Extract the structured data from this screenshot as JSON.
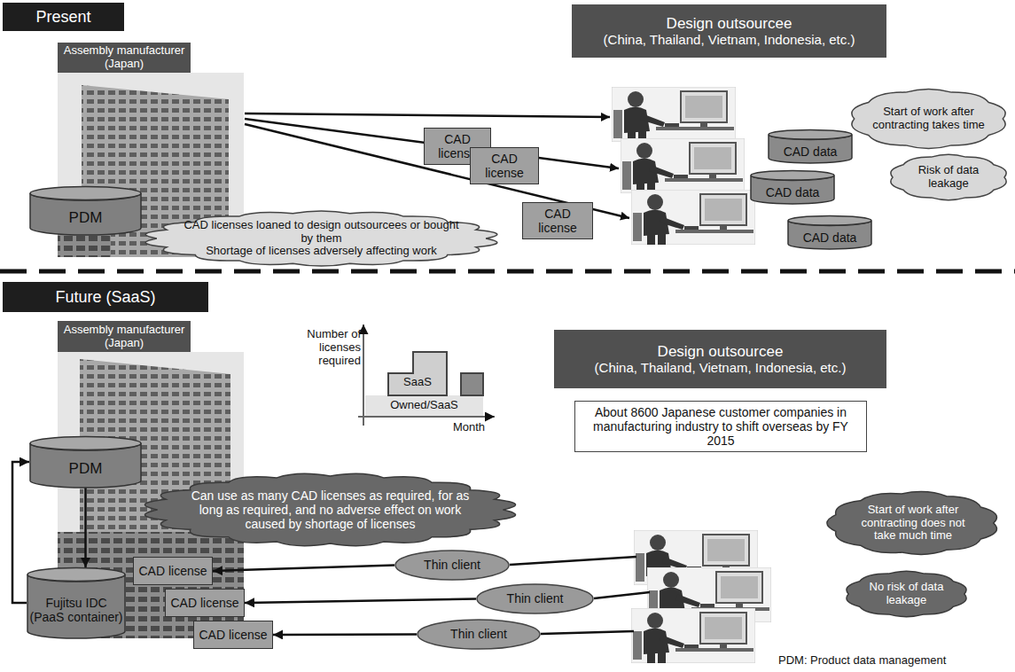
{
  "diagram": {
    "nodes": [
      {
        "text": [
          "Present"
        ]
      },
      {
        "text": [
          "Assembly manufacturer (Japan)"
        ]
      },
      {
        "text": [
          "Design outsourcee",
          "(China, Thailand, Vietnam, Indonesia, etc.)"
        ]
      },
      {
        "text": [
          "Start of work after contracting takes time"
        ]
      },
      {
        "text": [
          "CAD license"
        ]
      },
      {
        "text": [
          "CAD data"
        ]
      },
      {
        "text": [
          "CAD license"
        ]
      },
      {
        "text": [
          "CAD data"
        ]
      },
      {
        "text": [
          "Risk of data leakage"
        ]
      },
      {
        "text": [
          "CAD license"
        ]
      },
      {
        "text": [
          "CAD data"
        ]
      },
      {
        "text": [
          "PDM"
        ]
      },
      {
        "text": [
          "CAD licenses loaned to design outsourcees or bought by them",
          "Shortage of licenses adversely affecting work"
        ]
      },
      {
        "text": [
          "Future (SaaS)"
        ]
      },
      {
        "text": [
          "Assembly manufacturer (Japan)"
        ]
      },
      {
        "text": [
          "Design outsourcee",
          "(China, Thailand, Vietnam, Indonesia, etc.)"
        ]
      },
      {
        "text": [
          "About 8600 Japanese customer companies in manufacturing industry to shift overseas by FY 2015"
        ]
      },
      {
        "text": [
          "PDM"
        ]
      },
      {
        "text": [
          "Can use as many CAD licenses as required, for as long as required, and no adverse effect on work caused by shortage of licenses"
        ]
      },
      {
        "text": [
          "Start of work after contracting does not take much time"
        ]
      },
      {
        "text": [
          "Thin client"
        ]
      },
      {
        "text": [
          "CAD license"
        ]
      },
      {
        "text": [
          "No risk of data leakage"
        ]
      },
      {
        "text": [
          "Thin client"
        ]
      },
      {
        "text": [
          "CAD license"
        ]
      },
      {
        "text": [
          "Fujitsu IDC (PaaS container)"
        ]
      },
      {
        "text": [
          "Thin client"
        ]
      },
      {
        "text": [
          "CAD license"
        ]
      }
    ],
    "edges": [
      {
        "from": 20,
        "to": 21,
        "arrow": "to"
      },
      {
        "from": 23,
        "to": 24,
        "arrow": "to"
      },
      {
        "from": 26,
        "to": 27,
        "arrow": "to"
      },
      {
        "from": 17,
        "to": 25,
        "arrow": "to"
      },
      {
        "from": 25,
        "to": 17,
        "arrow": "to"
      }
    ],
    "labels": [
      "Number of licenses required",
      "SaaS",
      "Owned/SaaS",
      "Month",
      "PDM: Product data management"
    ]
  }
}
